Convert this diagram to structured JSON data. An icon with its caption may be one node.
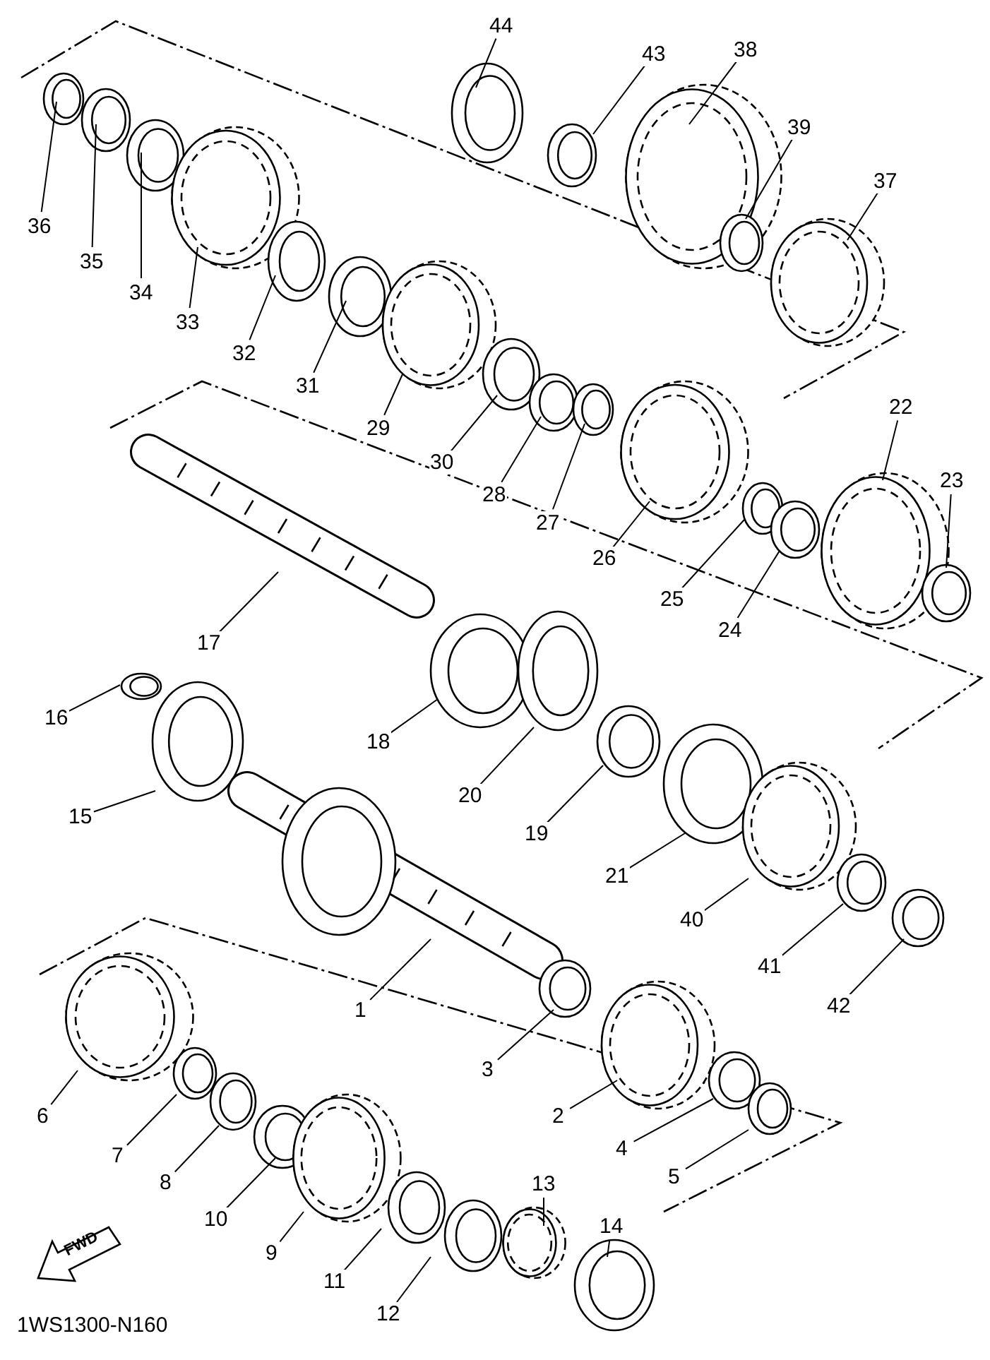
{
  "diagram": {
    "nodes": [
      {
        "text": [
          "44"
        ]
      },
      {
        "text": [
          "43"
        ]
      },
      {
        "text": [
          "38"
        ]
      },
      {
        "text": [
          "39"
        ]
      },
      {
        "text": [
          "37"
        ]
      },
      {
        "text": [
          "36"
        ]
      },
      {
        "text": [
          "35"
        ]
      },
      {
        "text": [
          "34"
        ]
      },
      {
        "text": [
          "33"
        ]
      },
      {
        "text": [
          "32"
        ]
      },
      {
        "text": [
          "31"
        ]
      },
      {
        "text": [
          "29"
        ]
      },
      {
        "text": [
          "30"
        ]
      },
      {
        "text": [
          "28"
        ]
      },
      {
        "text": [
          "27"
        ]
      },
      {
        "text": [
          "26"
        ]
      },
      {
        "text": [
          "22"
        ]
      },
      {
        "text": [
          "23"
        ]
      },
      {
        "text": [
          "25"
        ]
      },
      {
        "text": [
          "24"
        ]
      },
      {
        "text": [
          "17"
        ]
      },
      {
        "text": [
          "16"
        ]
      },
      {
        "text": [
          "18"
        ]
      },
      {
        "text": [
          "20"
        ]
      },
      {
        "text": [
          "19"
        ]
      },
      {
        "text": [
          "15"
        ]
      },
      {
        "text": [
          "21"
        ]
      },
      {
        "text": [
          "40"
        ]
      },
      {
        "text": [
          "41"
        ]
      },
      {
        "text": [
          "42"
        ]
      },
      {
        "text": [
          "1"
        ]
      },
      {
        "text": [
          "3"
        ]
      },
      {
        "text": [
          "6"
        ]
      },
      {
        "text": [
          "2"
        ]
      },
      {
        "text": [
          "7"
        ]
      },
      {
        "text": [
          "4"
        ]
      },
      {
        "text": [
          "8"
        ]
      },
      {
        "text": [
          "5"
        ]
      },
      {
        "text": [
          "10"
        ]
      },
      {
        "text": [
          "13"
        ]
      },
      {
        "text": [
          "9"
        ]
      },
      {
        "text": [
          "14"
        ]
      },
      {
        "text": [
          "11"
        ]
      },
      {
        "text": [
          "12"
        ]
      },
      {
        "text": [
          "FWD"
        ]
      }
    ],
    "edges": [
      {
        "from": 0,
        "to": null,
        "arrow": "none"
      },
      {
        "from": 1,
        "to": null,
        "arrow": "none"
      },
      {
        "from": 2,
        "to": null,
        "arrow": "none"
      },
      {
        "from": 3,
        "to": null,
        "arrow": "none"
      },
      {
        "from": 4,
        "to": null,
        "arrow": "none"
      },
      {
        "from": 5,
        "to": null,
        "arrow": "none"
      },
      {
        "from": 6,
        "to": null,
        "arrow": "none"
      },
      {
        "from": 7,
        "to": null,
        "arrow": "none"
      },
      {
        "from": 8,
        "to": null,
        "arrow": "none"
      },
      {
        "from": 9,
        "to": null,
        "arrow": "none"
      },
      {
        "from": 10,
        "to": null,
        "arrow": "none"
      },
      {
        "from": 11,
        "to": null,
        "arrow": "none"
      },
      {
        "from": 12,
        "to": null,
        "arrow": "none"
      },
      {
        "from": 13,
        "to": null,
        "arrow": "none"
      },
      {
        "from": 14,
        "to": null,
        "arrow": "none"
      },
      {
        "from": 15,
        "to": null,
        "arrow": "none"
      },
      {
        "from": 16,
        "to": null,
        "arrow": "none"
      },
      {
        "from": 17,
        "to": null,
        "arrow": "none"
      },
      {
        "from": 18,
        "to": null,
        "arrow": "none"
      },
      {
        "from": 19,
        "to": null,
        "arrow": "none"
      },
      {
        "from": 20,
        "to": null,
        "arrow": "none"
      },
      {
        "from": 21,
        "to": null,
        "arrow": "none"
      },
      {
        "from": 22,
        "to": null,
        "arrow": "none"
      },
      {
        "from": 23,
        "to": null,
        "arrow": "none"
      },
      {
        "from": 24,
        "to": null,
        "arrow": "none"
      },
      {
        "from": 25,
        "to": null,
        "arrow": "none"
      },
      {
        "from": 26,
        "to": null,
        "arrow": "none"
      },
      {
        "from": 27,
        "to": null,
        "arrow": "none"
      },
      {
        "from": 28,
        "to": null,
        "arrow": "none"
      },
      {
        "from": 29,
        "to": null,
        "arrow": "none"
      },
      {
        "from": 30,
        "to": null,
        "arrow": "none"
      },
      {
        "from": 31,
        "to": null,
        "arrow": "none"
      },
      {
        "from": 32,
        "to": null,
        "arrow": "none"
      },
      {
        "from": 33,
        "to": null,
        "arrow": "none"
      },
      {
        "from": 34,
        "to": null,
        "arrow": "none"
      },
      {
        "from": 35,
        "to": null,
        "arrow": "none"
      },
      {
        "from": 36,
        "to": null,
        "arrow": "none"
      },
      {
        "from": 37,
        "to": null,
        "arrow": "none"
      },
      {
        "from": 38,
        "to": null,
        "arrow": "none"
      },
      {
        "from": 39,
        "to": null,
        "arrow": "none"
      },
      {
        "from": 40,
        "to": null,
        "arrow": "none"
      },
      {
        "from": 41,
        "to": null,
        "arrow": "none"
      },
      {
        "from": 42,
        "to": null,
        "arrow": "none"
      },
      {
        "from": 43,
        "to": null,
        "arrow": "none"
      }
    ],
    "labels": [
      "1WS1300-N160"
    ]
  }
}
